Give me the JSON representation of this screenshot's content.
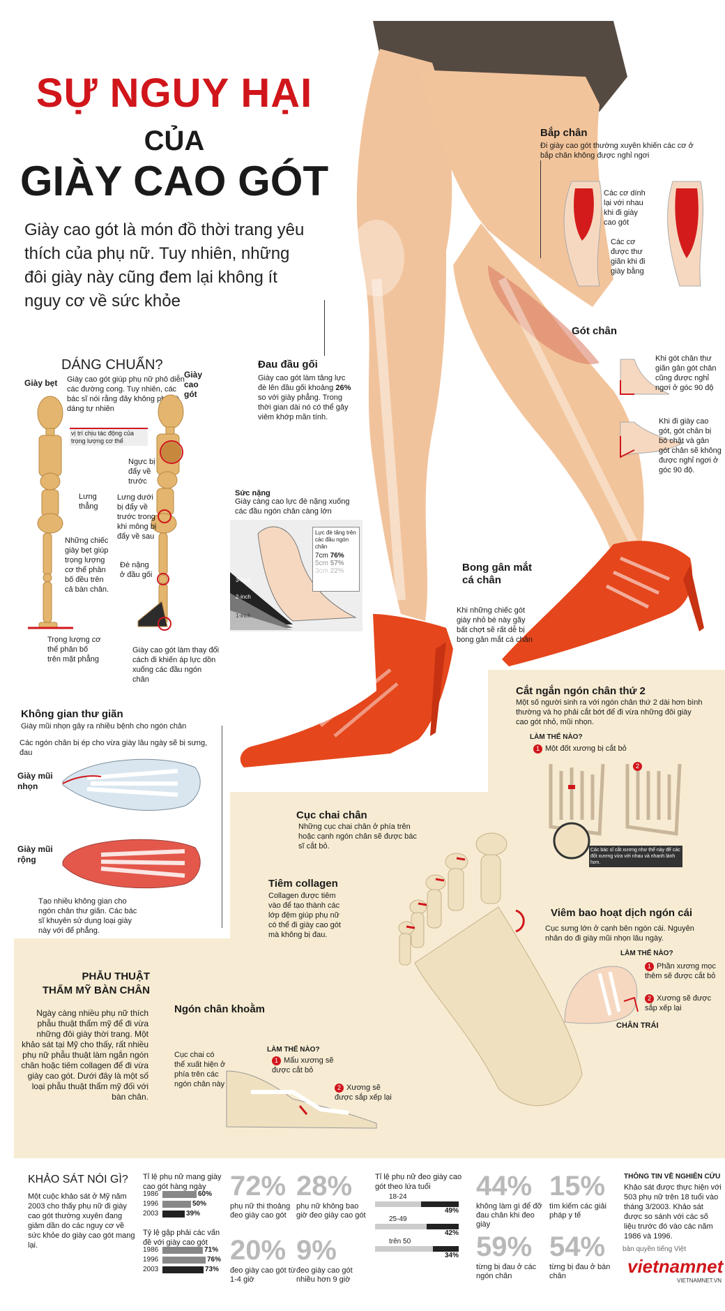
{
  "title": {
    "line1": "SỰ NGUY HẠI",
    "line2": "CỦA",
    "line3": "GIÀY CAO GÓT"
  },
  "intro": "Giày cao gót là món đồ thời trang yêu thích của phụ nữ.  Tuy nhiên, những đôi giày này cũng đem lại không ít nguy cơ về sức khỏe",
  "posture": {
    "heading": "DÁNG CHUẨN?",
    "flat_label": "Giày bẹt",
    "heel_label": "Giày cao gót",
    "desc": "Giày cao gót giúp phụ nữ phô diễn các đường cong. Tuy nhiên, các bác sĩ nói rằng đây không phải là dáng tự nhiên",
    "legend": "vị trí chịu tác động của trọng lượng cơ thể",
    "chest": "Ngực bị đẩy về trước",
    "back_straight": "Lưng thẳng",
    "lower_back": "Lưng dưới bị đẩy về trước trong khi mông bị đẩy về sau",
    "flat_weight": "Những chiếc giày bẹt giúp trọng lượng cơ thể phân bố đều trên cả bàn chân.",
    "knee": "Đè nặng ở đầu gối",
    "ground": "Trọng lượng cơ thể phân bố trên mặt phẳng",
    "heel_shift": "Giày cao gót làm thay đổi cách đi khiến áp lực dồn xuống các đầu ngón chân"
  },
  "knee_pain": {
    "heading": "Đau đầu gối",
    "text_before": "Giày cao gót làm tăng lực đè lên đầu gối khoảng ",
    "highlight": "26%",
    "text_after": " so với giày phẳng. Trong thời gian dài nó có thể gây viêm khớp mãn tính."
  },
  "calf": {
    "heading": "Bắp chân",
    "desc": "Đi giày cao gót thường xuyên khiến các cơ ở bắp chân không được nghỉ ngơi",
    "tight": "Các cơ dính lại với nhau khi đi giày cao gót",
    "relaxed": "Các cơ được thư giãn khi đi giày bằng"
  },
  "heel": {
    "heading": "Gót chân",
    "normal": "Khi gót chân thư giãn gân gót chân cũng được nghỉ ngơi ở góc 90 độ",
    "high": "Khi đi giày cao gót, gót chân bị bó chặt và gân gót chân sẽ không được nghỉ ngơi ở góc 90 độ."
  },
  "pressure": {
    "heading": "Sức nặng",
    "desc": "Giày càng cao lực đè nặng xuống các đầu ngón chân càng lớn",
    "box_title": "Lực đè tăng trên các đầu ngón chân",
    "rows": [
      {
        "height": "7cm",
        "value": "76%"
      },
      {
        "height": "5cm",
        "value": "57%"
      },
      {
        "height": "3cm",
        "value": "22%"
      }
    ],
    "inch3": "3-inch",
    "inch2": "2-inch",
    "inch1": "1-inch"
  },
  "ankle": {
    "heading": "Bong gân mắt cá chân",
    "desc": "Khi những chiếc gót giày nhỏ bé này gãy bất chợt sẽ rất dễ bị bong gân mắt cá chân"
  },
  "space": {
    "heading": "Không gian thư giãn",
    "desc": "Giày mũi nhọn gây ra nhiều bệnh cho ngón chân",
    "squeezed": "Các ngón chân bị ép cho vừa giày lâu ngày sẽ bị sưng, đau",
    "pointed": "Giày mũi nhọn",
    "wide": "Giày mũi rộng",
    "wide_desc": "Tạo nhiều không gian cho ngón chân thư giãn. Các bác sĩ khuyên sử dụng loại giày này với để phẳng."
  },
  "toe_cut": {
    "heading": "Cắt ngắn ngón chân thứ 2",
    "desc": "Một số người sinh ra với ngón chân thứ 2 dài hơn bình thường và họ phải cắt bớt để đi vừa những đôi giày cao gót nhỏ, mũi nhọn.",
    "how": "LÀM THẾ NÀO?",
    "step1": "Một đốt xương bị cắt bỏ",
    "note": "Các bác sĩ cắt xương như thế này để các đốt xương vừa với nhau và nhanh lành hơn."
  },
  "callus": {
    "heading": "Cục chai chân",
    "desc": "Những cục chai chân ở phía trên hoặc cạnh ngón chân sẽ được bác sĩ cắt bỏ."
  },
  "collagen": {
    "heading": "Tiêm collagen",
    "desc": "Collagen được tiêm vào để tạo thành các lớp đệm giúp phụ nữ có thể đi giày cao gót mà không bị đau."
  },
  "bunion": {
    "heading": "Viêm bao hoạt dịch ngón cái",
    "desc": "Cục sưng lớn ở cạnh bên ngón cái. Nguyên nhân do đi giày mũi nhọn lâu ngày.",
    "how": "LÀM THẾ NÀO?",
    "step1": "Phần xương mọc thêm sẽ được cắt bỏ",
    "step2": "Xương sẽ được sắp xếp lại",
    "foot": "CHÂN TRÁI"
  },
  "surgery": {
    "heading1": "PHẪU THUẬT",
    "heading2": "THẨM MỸ BÀN CHÂN",
    "desc": "Ngày càng nhiều phụ nữ thích phẫu thuật thẩm mỹ để đi vừa những đôi giày thời trang. Một khảo sát tại Mỹ cho thấy, rất nhiều phụ nữ phẫu thuật làm ngắn ngón chân hoặc tiêm collagen để đi vừa giày cao gót. Dưới đây là một số loại phẫu thuật thẩm mỹ đối với bàn chân."
  },
  "hammer": {
    "heading": "Ngón chân khoằm",
    "callus_note": "Cục chai có thể xuất hiện ở phía trên các ngón chân này",
    "how": "LÀM THẾ NÀO?",
    "step1": "Mẩu xương sẽ được cắt bỏ",
    "step2": "Xương sẽ được sắp xếp lại"
  },
  "survey": {
    "heading": "KHẢO SÁT NÓI GÌ?",
    "desc": "Một cuộc khảo sát ở Mỹ năm 2003 cho thấy phụ nữ đi giày cao gót thường xuyên đang giảm dần do các nguy cơ về sức khỏe do giày cao gót mang lại.",
    "chart1_title": "Tỉ lệ phụ nữ mang giày cao gót hàng ngày",
    "chart1": [
      {
        "year": "1986",
        "value": "60%",
        "frac": 0.6
      },
      {
        "year": "1996",
        "value": "50%",
        "frac": 0.5
      },
      {
        "year": "2003",
        "value": "39%",
        "frac": 0.39
      }
    ],
    "chart2_title": "Tỷ lệ gặp phải các vấn đề với giày cao gót",
    "chart2": [
      {
        "year": "1986",
        "value": "71%",
        "frac": 0.71
      },
      {
        "year": "1996",
        "value": "76%",
        "frac": 0.76
      },
      {
        "year": "2003",
        "value": "73%",
        "frac": 0.73
      }
    ],
    "stats_a": [
      {
        "pct": "72%",
        "text": "phụ nữ thi thoảng đeo giày cao gót"
      },
      {
        "pct": "28%",
        "text": "phụ nữ không bao giờ đeo giày cao gót"
      },
      {
        "pct": "20%",
        "text": "đeo giày cao gót từ 1-4 giờ"
      },
      {
        "pct": "9%",
        "text": "đeo giày cao gót nhiều hơn 9 giờ"
      }
    ],
    "chart3_title": "Tỉ lệ phụ nữ đeo giày cao gót theo lứa tuổi",
    "chart3": [
      {
        "age": "18-24",
        "value": "49%",
        "frac": 0.49
      },
      {
        "age": "25-49",
        "value": "42%",
        "frac": 0.42
      },
      {
        "age": "trên 50",
        "value": "34%",
        "frac": 0.34
      }
    ],
    "stats_b": [
      {
        "pct": "44%",
        "text": "không làm gì để đỡ đau chân khi đeo giày"
      },
      {
        "pct": "15%",
        "text": "tìm kiếm các giải pháp y tế"
      },
      {
        "pct": "59%",
        "text": "từng bị đau ở các ngón chân"
      },
      {
        "pct": "54%",
        "text": "từng bị đau ở bàn chân"
      }
    ],
    "info_heading": "THÔNG TIN VỀ NGHIÊN CỨU",
    "info": "Khảo sát được thực hiện với 503 phụ nữ trên 18 tuổi vào tháng 3/2003. Khảo sát được so sánh với các số liệu trước đó vào các năm 1986 và 1996.",
    "copyright": "bản quyền tiếng Việt",
    "brand": "vietnamnet",
    "brand_url": "VIETNAMNET.VN"
  },
  "colors": {
    "red": "#d0161b",
    "beige": "#f7ecd3",
    "skin": "#f2c49b",
    "shoe": "#e5461c"
  }
}
